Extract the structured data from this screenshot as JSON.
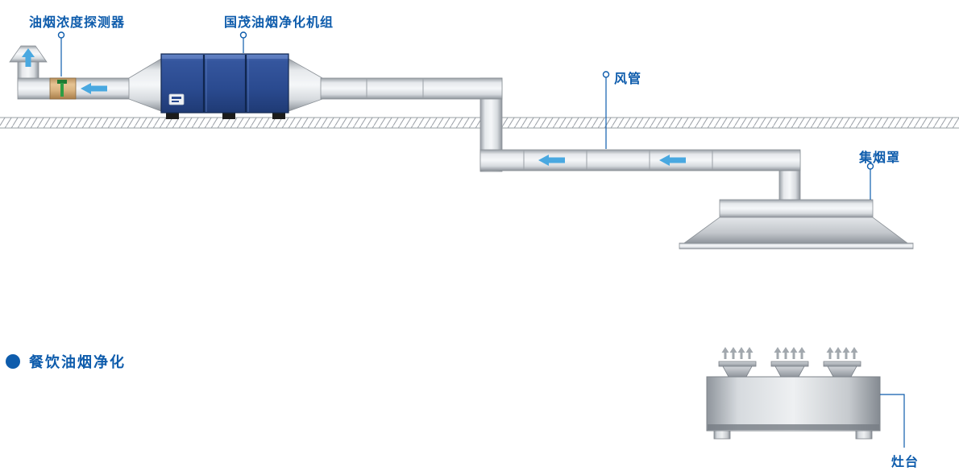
{
  "diagram": {
    "title": "餐饮油烟净化",
    "labels": {
      "detector": "油烟浓度探测器",
      "purifier": "国茂油烟净化机组",
      "duct": "风管",
      "hood": "集烟罩",
      "stove": "灶台"
    }
  },
  "colors": {
    "label_blue": "#0e5cac",
    "flow_arrow_blue": "#49a8e0",
    "unit_blue": "#2a4a8f",
    "duct_gray": "#c9cdd2",
    "detector_tan": "#d9b484",
    "detector_green": "#2e9e44"
  }
}
